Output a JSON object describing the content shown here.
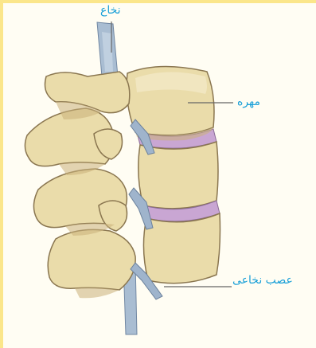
{
  "labels": {
    "spinal_cord": "نخاع",
    "vertebra": "مهره",
    "spinal_nerve": "عصب نخاعی"
  },
  "colors": {
    "bone": "#eadcaa",
    "bone_shadow": "#cbb27a",
    "bone_outline": "#8a7650",
    "disc": "#c9a6d3",
    "cord": "#a9bdd2",
    "nerve": "#9fb4cc",
    "label": "#1aa0d8",
    "border": "#fbe68a",
    "background": "#fffdf3"
  }
}
